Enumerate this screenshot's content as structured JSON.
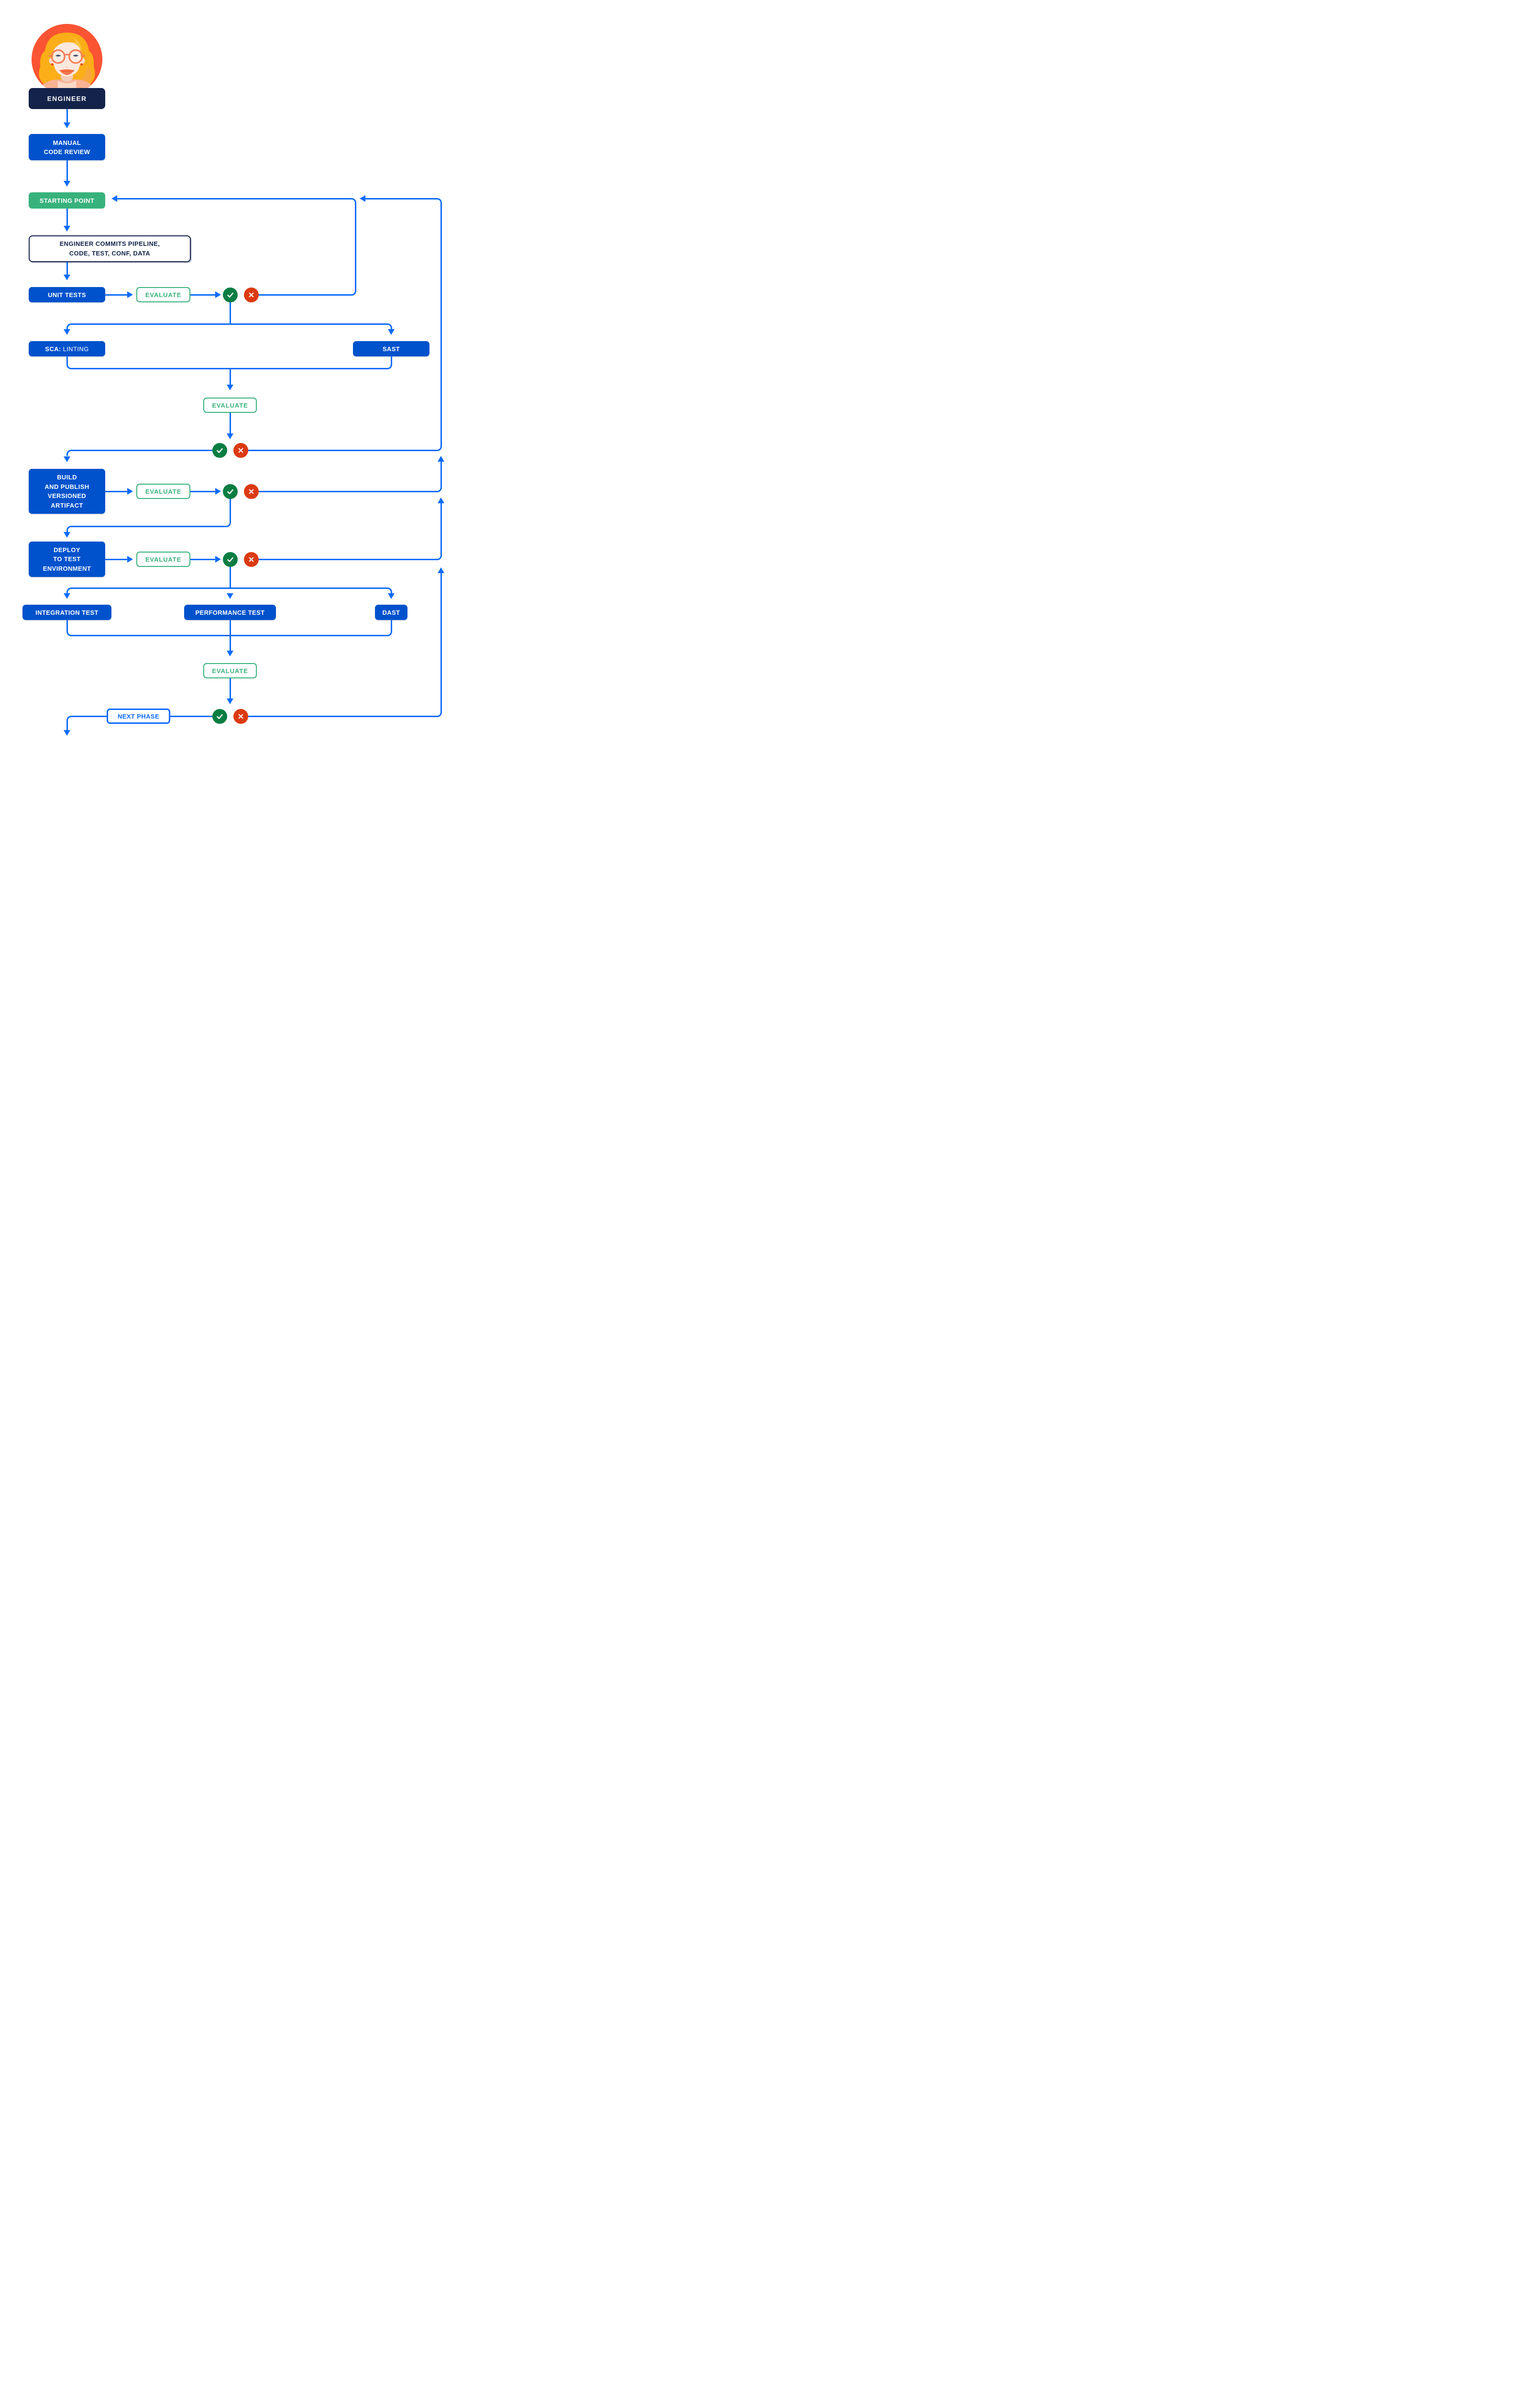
{
  "palette": {
    "box_blue": "#0052CC",
    "navy": "#13234A",
    "green": "#38B27C",
    "green_dark": "#0A7D42",
    "red": "#DB3A12",
    "arrow_blue": "#0C6BFA",
    "avatar_bg": "#FA5433",
    "avatar_hair": "#FBAE17",
    "avatar_skin": "#FBE9DD",
    "avatar_shirt": "#F9B294",
    "avatar_accent": "#F97D57"
  },
  "actor": {
    "label": "ENGINEER",
    "avatar": "engineer-woman-avatar"
  },
  "nodes": {
    "manual_review": {
      "lines": [
        "MANUAL",
        "CODE REVIEW"
      ]
    },
    "starting_point": {
      "label": "STARTING POINT"
    },
    "commit": {
      "lines": [
        "ENGINEER COMMITS PIPELINE,",
        "CODE, TEST, CONF, DATA"
      ]
    },
    "unit_tests": {
      "label": "UNIT TESTS"
    },
    "sca": {
      "prefix": "SCA:",
      "rest": "LINTING"
    },
    "sast": {
      "label": "SAST"
    },
    "build": {
      "lines": [
        "BUILD",
        "AND PUBLISH",
        "VERSIONED",
        "ARTIFACT"
      ]
    },
    "deploy": {
      "lines": [
        "DEPLOY",
        "TO TEST",
        "ENVIRONMENT"
      ]
    },
    "integration_test": {
      "label": "INTEGRATION TEST"
    },
    "performance_test": {
      "label": "PERFORMANCE TEST"
    },
    "dast": {
      "label": "DAST"
    },
    "next_phase": {
      "label": "NEXT PHASE"
    },
    "evaluate_label": "EVALUATE"
  },
  "icons": {
    "pass": "check-icon",
    "fail": "x-icon"
  }
}
